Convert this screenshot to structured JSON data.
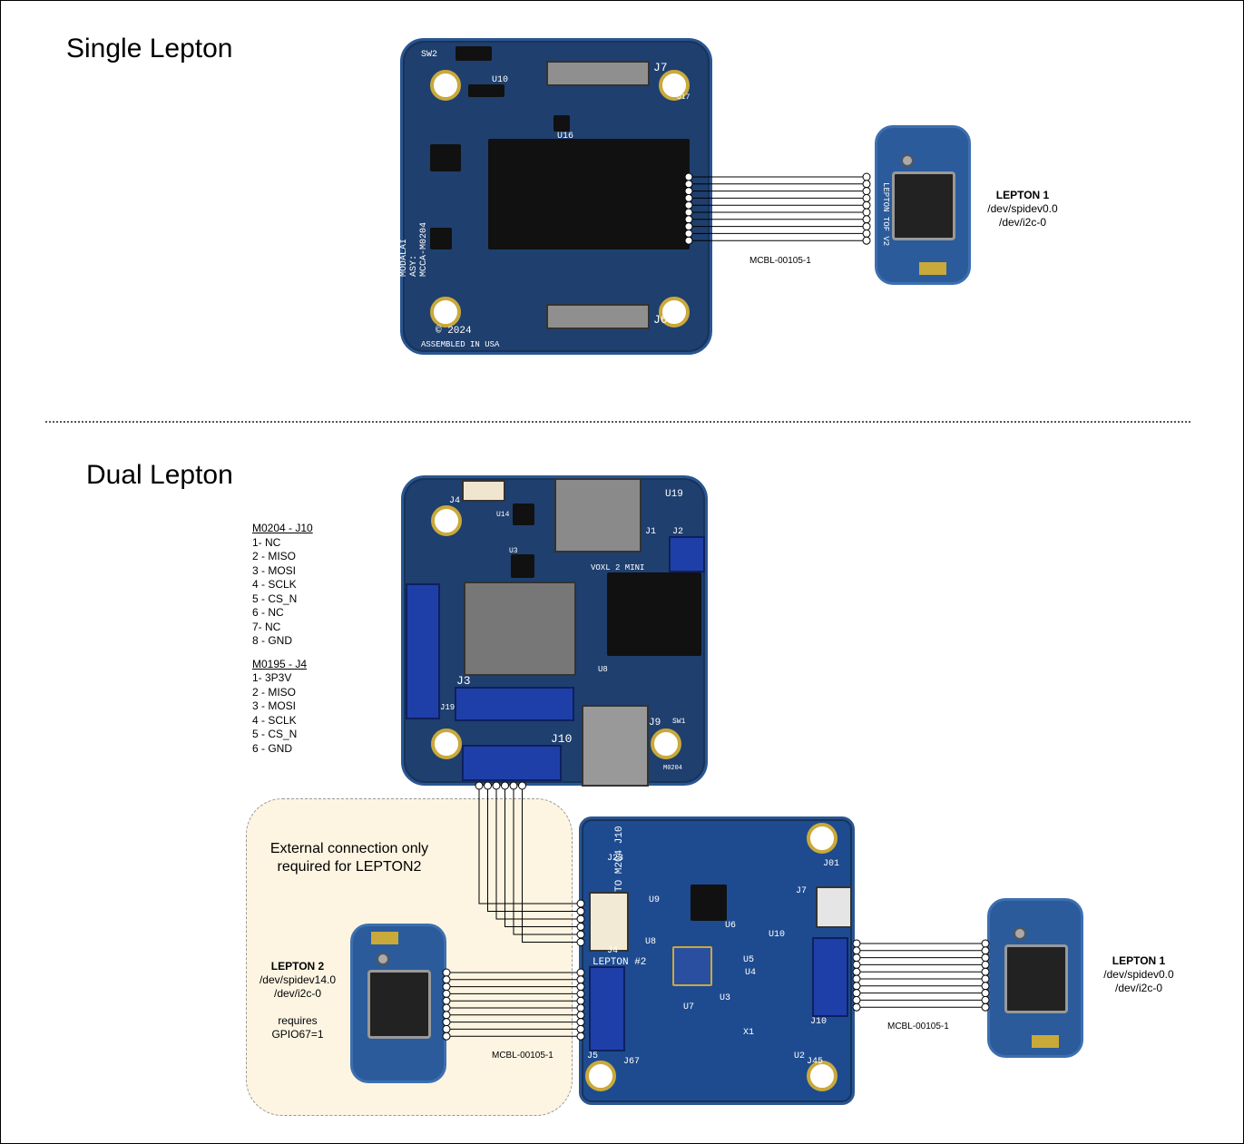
{
  "sections": {
    "single": "Single Lepton",
    "dual": "Dual Lepton"
  },
  "single": {
    "board_silk": {
      "sw": "SW2",
      "u10": "U10",
      "u16": "U16",
      "j7": "J7",
      "j6": "J6",
      "u17": "U17",
      "brand": "MODALAI",
      "asy": "ASY:",
      "part": "MCCA-M0204",
      "copyright": "© 2024",
      "assembled": "ASSEMBLED IN USA"
    },
    "cable": "MCBL-00105-1",
    "lepton": {
      "name": "LEPTON 1",
      "dev1": "/dev/spidev0.0",
      "dev2": "/dev/i2c-0",
      "silk": "LEPTON TOF V2"
    }
  },
  "dual": {
    "pinout_j10": {
      "header": "M0204 - J10",
      "pins": [
        "1- NC",
        "2 - MISO",
        "3 - MOSI",
        "4 - SCLK",
        "5 - CS_N",
        "6 - NC",
        "7- NC",
        "8 - GND"
      ]
    },
    "pinout_j4": {
      "header": "M0195 - J4",
      "pins": [
        "1- 3P3V",
        "2 - MISO",
        "3 - MOSI",
        "4 - SCLK",
        "5 - CS_N",
        "6 - GND"
      ]
    },
    "voxl_silk": {
      "j4": "J4",
      "u19": "U19",
      "u14": "U14",
      "u3": "U3",
      "j1": "J1",
      "j2": "J2",
      "name": "VOXL 2 MINI",
      "j3": "J3",
      "j19": "J19",
      "j10": "J10",
      "j9": "J9",
      "u8": "U8",
      "sw1": "SW1",
      "model": "M0204"
    },
    "callout": "External connection only required for LEPTON2",
    "lepton2": {
      "name": "LEPTON 2",
      "dev1": "/dev/spidev14.0",
      "dev2": "/dev/i2c-0",
      "note1": "requires",
      "note2": "GPIO67=1"
    },
    "lepton1": {
      "name": "LEPTON 1",
      "dev1": "/dev/spidev0.0",
      "dev2": "/dev/i2c-0"
    },
    "cable_left": "MCBL-00105-1",
    "cable_right": "MCBL-00105-1",
    "adapter_silk": {
      "j23": "J23",
      "j01": "J01",
      "to": "TO M204 J10",
      "u9": "U9",
      "u6": "U6",
      "j7": "J7",
      "u10": "U10",
      "j4": "J4",
      "u8": "U8",
      "lepton2": "LEPTON #2",
      "u5": "U5",
      "u4": "U4",
      "u3": "U3",
      "u7": "U7",
      "x1": "X1",
      "j10": "J10",
      "j5": "J5",
      "j67": "J67",
      "u2": "U2",
      "j45": "J45"
    }
  }
}
